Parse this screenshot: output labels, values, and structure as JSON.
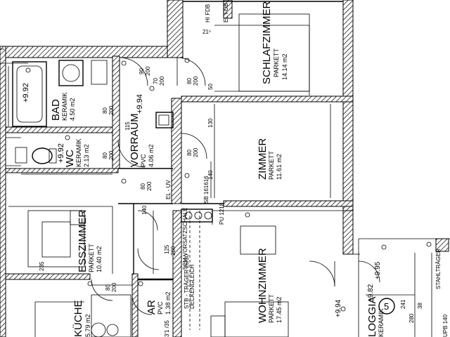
{
  "rooms": {
    "schlafzimmer": {
      "name": "SCHLAFZIMMER",
      "floor": "PARKETT",
      "area": "14.14 m2"
    },
    "bad": {
      "name": "BAD",
      "floor": "KERAMIK",
      "area": "4.50 m2",
      "level": "+9.92"
    },
    "wc": {
      "name": "WC",
      "floor": "KERAMIK",
      "area": "2.13 m2",
      "level": "+9.92"
    },
    "vorraum": {
      "name": "VORRAUM",
      "floor": "PVC",
      "area": "4.06 m2",
      "level": "+9.94"
    },
    "zimmer": {
      "name": "ZIMMER",
      "floor": "PARKETT",
      "area": "11.61 m2"
    },
    "esszimmer": {
      "name": "ESSZIMMER",
      "floor": "PARKETT",
      "area": "10.40 m2"
    },
    "wohnzimmer": {
      "name": "WOHNZIMMER",
      "floor": "PARKETT",
      "area": "17.45 m2"
    },
    "kueche": {
      "name": "KÜCHE",
      "area": "5.79 m2"
    },
    "ar": {
      "name": "AR",
      "floor": "PVC",
      "area": "1.38 m2"
    },
    "loggia": {
      "name": "LOGGIA",
      "floor": "KERAMIK",
      "level": "+9.82",
      "level2": "+9.95"
    }
  },
  "doors": {
    "d1": "80",
    "d1b": "200",
    "d2": "90",
    "d2b": "200",
    "d3": "80",
    "d3b": "200",
    "d4": "80",
    "d4b": "200",
    "d5": "70",
    "d5b": "200",
    "d6": "80",
    "d6b": "200",
    "d7": "80",
    "d7b": "200",
    "d8": "80",
    "d8b": "200",
    "d9": "125",
    "d9b": "260"
  },
  "dims": {
    "a": "115",
    "b": "130",
    "c": "140",
    "d": "50",
    "e": "140",
    "f": "235",
    "g": "3'1 /35",
    "h": "21⁵",
    "i": "38",
    "j": "241",
    "k": "280"
  },
  "labels": {
    "hifdb": "HI FDB",
    "elfdb": "EL FDB",
    "elvu": "EL - UV",
    "vorsatz": "5CM VORSATZSCHALE",
    "stb": "STB - TRÄGER 25/30",
    "decke": "DECKENGLEICH",
    "stahltraeger": "STAHLTRÄGER",
    "upb": "UPB 140",
    "sb": "SB 161616",
    "pu": "PU 1218",
    "circle_num": "5",
    "plus": "+9.94"
  }
}
